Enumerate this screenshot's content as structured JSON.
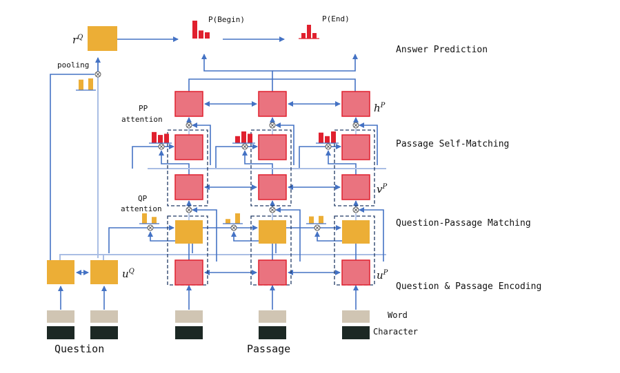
{
  "colors": {
    "line": "#4472c4",
    "line_light": "#a9bde4",
    "passage_box": "#ea737f",
    "passage_border": "#e0202e",
    "question_box": "#ecae36",
    "dist_red": "#e0202e",
    "word_embed": "#d0c5b3",
    "char_embed": "#1c2824",
    "dashed": "#1f3864"
  },
  "layers": {
    "answer_prediction": "Answer Prediction",
    "self_matching": "Passage Self-Matching",
    "qp_matching": "Question-Passage Matching",
    "encoding": "Question & Passage Encoding"
  },
  "outputs": {
    "begin": "P(Begin)",
    "end": "P(End)"
  },
  "annotations": {
    "pooling": "pooling",
    "pp_attention_1": "PP",
    "pp_attention_2": "attention",
    "qp_attention_1": "QP",
    "qp_attention_2": "attention"
  },
  "symbols": {
    "rQ_base": "r",
    "rQ_sup": "Q",
    "uQ_base": "u",
    "uQ_sup": "Q",
    "uP_base": "u",
    "uP_sup": "P",
    "vP_base": "v",
    "vP_sup": "P",
    "hP_base": "h",
    "hP_sup": "P"
  },
  "embeddings": {
    "word": "Word",
    "character": "Character"
  },
  "inputs": {
    "question": "Question",
    "passage": "Passage"
  },
  "distributions": {
    "begin": [
      1.0,
      0.45,
      0.35
    ],
    "end": [
      0.4,
      1.0,
      0.4
    ],
    "pooling": [
      0.85,
      0.95
    ],
    "pp_attention": [
      [
        0.95,
        0.7,
        0.8
      ],
      [
        0.6,
        1.0,
        0.8
      ],
      [
        0.9,
        0.6,
        1.0
      ]
    ],
    "qp_attention": [
      [
        1.0,
        0.65
      ],
      [
        0.45,
        1.0
      ],
      [
        0.7,
        0.75
      ]
    ]
  }
}
